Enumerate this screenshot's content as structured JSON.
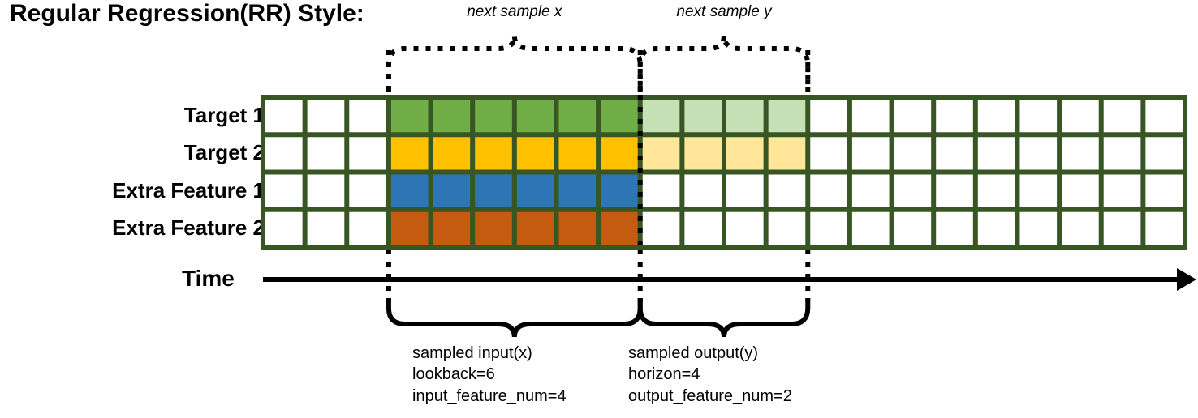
{
  "title": "Regular Regression(RR) Style:",
  "time_axis": {
    "label": "Time"
  },
  "colors": {
    "grid_border": "#375623",
    "cell_blank": "#FFFFFF",
    "target1_strong": "#70AD47",
    "target1_light": "#C5E0B4",
    "target2_strong": "#FFC000",
    "target2_light": "#FFE699",
    "extra1": "#2E75B6",
    "extra2": "#C55A11",
    "annotation": "#000000"
  },
  "grid": {
    "columns": 22,
    "rows": [
      {
        "label": "Target 1",
        "name": "target-1",
        "cells": [
          "blank",
          "blank",
          "blank",
          "target1_strong",
          "target1_strong",
          "target1_strong",
          "target1_strong",
          "target1_strong",
          "target1_strong",
          "target1_light",
          "target1_light",
          "target1_light",
          "target1_light",
          "blank",
          "blank",
          "blank",
          "blank",
          "blank",
          "blank",
          "blank",
          "blank",
          "blank"
        ]
      },
      {
        "label": "Target 2",
        "name": "target-2",
        "cells": [
          "blank",
          "blank",
          "blank",
          "target2_strong",
          "target2_strong",
          "target2_strong",
          "target2_strong",
          "target2_strong",
          "target2_strong",
          "target2_light",
          "target2_light",
          "target2_light",
          "target2_light",
          "blank",
          "blank",
          "blank",
          "blank",
          "blank",
          "blank",
          "blank",
          "blank",
          "blank"
        ]
      },
      {
        "label": "Extra Feature 1",
        "name": "extra-feature-1",
        "cells": [
          "blank",
          "blank",
          "blank",
          "extra1",
          "extra1",
          "extra1",
          "extra1",
          "extra1",
          "extra1",
          "blank",
          "blank",
          "blank",
          "blank",
          "blank",
          "blank",
          "blank",
          "blank",
          "blank",
          "blank",
          "blank",
          "blank",
          "blank"
        ]
      },
      {
        "label": "Extra Feature 2",
        "name": "extra-feature-2",
        "cells": [
          "blank",
          "blank",
          "blank",
          "extra2",
          "extra2",
          "extra2",
          "extra2",
          "extra2",
          "extra2",
          "blank",
          "blank",
          "blank",
          "blank",
          "blank",
          "blank",
          "blank",
          "blank",
          "blank",
          "blank",
          "blank",
          "blank",
          "blank"
        ]
      }
    ]
  },
  "top_braces": [
    {
      "label": "next sample x",
      "name": "next-sample-x"
    },
    {
      "label": "next sample y",
      "name": "next-sample-y"
    }
  ],
  "bottom_braces": [
    {
      "name": "sampled-input",
      "lines": [
        "sampled input(x)",
        "lookback=6",
        "input_feature_num=4"
      ]
    },
    {
      "name": "sampled-output",
      "lines": [
        "sampled output(y)",
        "horizon=4",
        "output_feature_num=2"
      ]
    }
  ]
}
